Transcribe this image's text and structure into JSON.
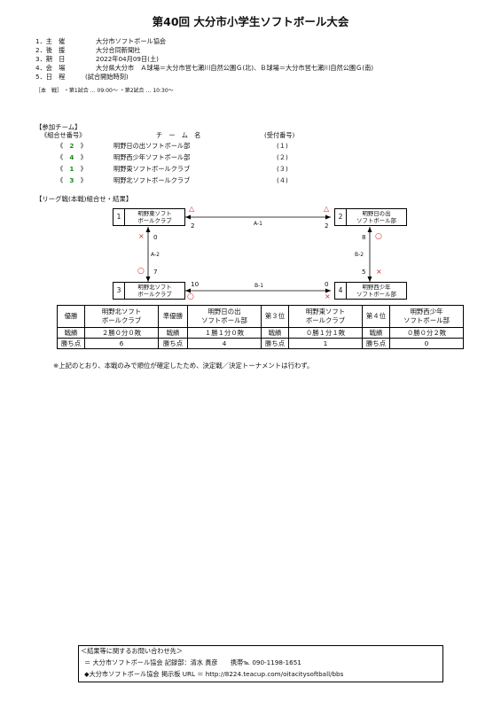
{
  "title": "第40回 大分市小学生ソフトボール大会",
  "info": [
    {
      "num": "1．主　催",
      "value": "大分市ソフトボール協会"
    },
    {
      "num": "2．後　援",
      "value": "大分合同新聞社"
    },
    {
      "num": "3．期　日",
      "value": "2022年04月09日(土)"
    },
    {
      "num": "4．会　場",
      "value": "大分県大分市　Ａ球場＝大分市営七瀬川自然公園Ｇ(北)、Ｂ球場＝大分市営七瀬川自然公園Ｇ(南)"
    },
    {
      "num": "5．日　程",
      "value": "(試合開始時刻)"
    }
  ],
  "schedule": "［本　戦］ ・第1試合 … 09:00～ ・第2試合 … 10:30～",
  "teams_section": {
    "heading": "【参加チーム】",
    "col_pair": "《組合せ番号》",
    "col_name": "チ　ー　ム　名",
    "col_reg": "(受付番号)",
    "rows": [
      {
        "pair": "2",
        "name": "明野日の出ソフトボール部",
        "reg": "(１)"
      },
      {
        "pair": "4",
        "name": "明野西少年ソフトボール部",
        "reg": "(２)"
      },
      {
        "pair": "1",
        "name": "明野東ソフトボールクラブ",
        "reg": "(３)"
      },
      {
        "pair": "3",
        "name": "明野北ソフトボールクラブ",
        "reg": "(４)"
      }
    ]
  },
  "league_heading": "【リーグ戦(本戦)組合せ・結果】",
  "bracket": {
    "box1": {
      "num": "1",
      "l1": "明野東ソフト",
      "l2": "ボールクラブ"
    },
    "box2": {
      "num": "2",
      "l1": "明野日の出",
      "l2": "ソフトボール部"
    },
    "box3": {
      "num": "3",
      "l1": "明野北ソフト",
      "l2": "ボールクラブ"
    },
    "box4": {
      "num": "4",
      "l1": "明野西少年",
      "l2": "ソフトボール部"
    },
    "g_a1": {
      "label": "A-1",
      "s1": "2",
      "s2": "2",
      "m1": "△",
      "m2": "△"
    },
    "g_a2": {
      "label": "A-2",
      "s1": "0",
      "s3": "7",
      "m1": "×",
      "m3": "○"
    },
    "g_b2": {
      "label": "B-2",
      "s2": "8",
      "s4": "5",
      "m2": "○",
      "m4": "×"
    },
    "g_b1": {
      "label": "B-1",
      "s3": "10",
      "s4": "0",
      "m3": "○",
      "m4": "×"
    }
  },
  "results": {
    "places": [
      {
        "label": "優勝",
        "l1": "明野北ソフト",
        "l2": "ボールクラブ",
        "record": "２勝０分０敗",
        "points": "6"
      },
      {
        "label": "準優勝",
        "l1": "明野日の出",
        "l2": "ソフトボール部",
        "record": "１勝１分０敗",
        "points": "4"
      },
      {
        "label": "第３位",
        "l1": "明野東ソフト",
        "l2": "ボールクラブ",
        "record": "０勝１分１敗",
        "points": "1"
      },
      {
        "label": "第４位",
        "l1": "明野西少年",
        "l2": "ソフトボール部",
        "record": "０勝０分２敗",
        "points": "0"
      }
    ],
    "record_label": "戦績",
    "points_label": "勝ち点"
  },
  "note": "※上記のとおり、本戦のみで順位が確定したため、決定戦／決定トーナメントは行わず。",
  "contact": {
    "heading": "＜結果等に関するお問い合わせ先＞",
    "line1": "＝ 大分市ソフトボール協会 記録部：清水 貴彦　　携帯℡ 090-1198-1651",
    "line2": "◆大分市ソフトボール協会 掲示板 URL ＝ http://8224.teacup.com/oitacitysoftball/bbs"
  }
}
